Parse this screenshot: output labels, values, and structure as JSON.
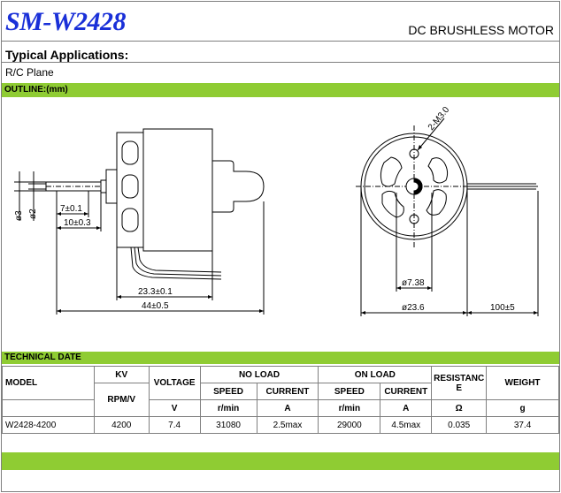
{
  "header": {
    "model_title": "SM-W2428",
    "subtitle": "DC BRUSHLESS MOTOR"
  },
  "applications": {
    "heading": "Typical Applications:",
    "value": "R/C Plane"
  },
  "outline": {
    "label": "OUTLINE:(mm)",
    "dims": {
      "d3": "ø3",
      "d2": "ø2",
      "d7": "7±0.1",
      "d10": "10±0.3",
      "d23": "23.3±0.1",
      "d44": "44±0.5",
      "hole": "2-M3.0",
      "d738": "ø7.38",
      "d236": "ø23.6",
      "lead": "100±5"
    }
  },
  "technical": {
    "label": "TECHNICAL DATE",
    "headers": {
      "model": "MODEL",
      "kv": "KV",
      "rpmv": "RPM/V",
      "voltage": "VOLTAGE",
      "v": "V",
      "noload": "NO LOAD",
      "onload": "ON LOAD",
      "speed1": "SPEED",
      "current1": "CURRENT",
      "speed2": "SPEED",
      "current2": "CURRENT",
      "rpm1": "r/min",
      "a1": "A",
      "rpm2": "r/min",
      "a2": "A",
      "resistance": "RESISTANCE",
      "ohm": "Ω",
      "weight": "WEIGHT",
      "g": "g"
    },
    "row": {
      "model": "W2428-4200",
      "kv": "4200",
      "voltage": "7.4",
      "noload_speed": "31080",
      "noload_current": "2.5max",
      "onload_speed": "29000",
      "onload_current": "4.5max",
      "resistance": "0.035",
      "weight": "37.4"
    }
  }
}
